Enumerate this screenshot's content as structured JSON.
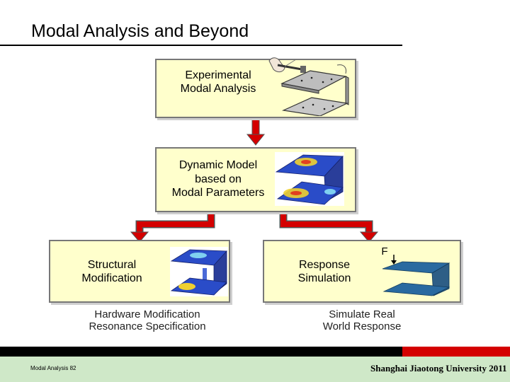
{
  "title": "Modal Analysis and Beyond",
  "boxes": {
    "experimental": {
      "line1": "Experimental",
      "line2": "Modal Analysis"
    },
    "dynamic": {
      "line1": "Dynamic Model",
      "line2": "based on",
      "line3": "Modal Parameters"
    },
    "structural": {
      "line1": "Structural",
      "line2": "Modification"
    },
    "response": {
      "line1": "Response",
      "line2": "Simulation",
      "force_label": "F"
    }
  },
  "captions": {
    "hardware": {
      "line1": "Hardware Modification",
      "line2": "Resonance Specification"
    },
    "simulate": {
      "line1": "Simulate Real",
      "line2": "World Response"
    }
  },
  "footer": {
    "left": "Modal Analysis 82",
    "right": "Shanghai Jiaotong University 2011"
  },
  "colors": {
    "box_fill": "#ffffcc",
    "arrow_red": "#d40000",
    "footer_band": "#cfe8c8",
    "mode_blue": "#1f3fbf",
    "mode_yellow": "#f0d030"
  },
  "icons": [
    "hammer-icon",
    "plate-structure-icon",
    "mode-shape-icon"
  ]
}
